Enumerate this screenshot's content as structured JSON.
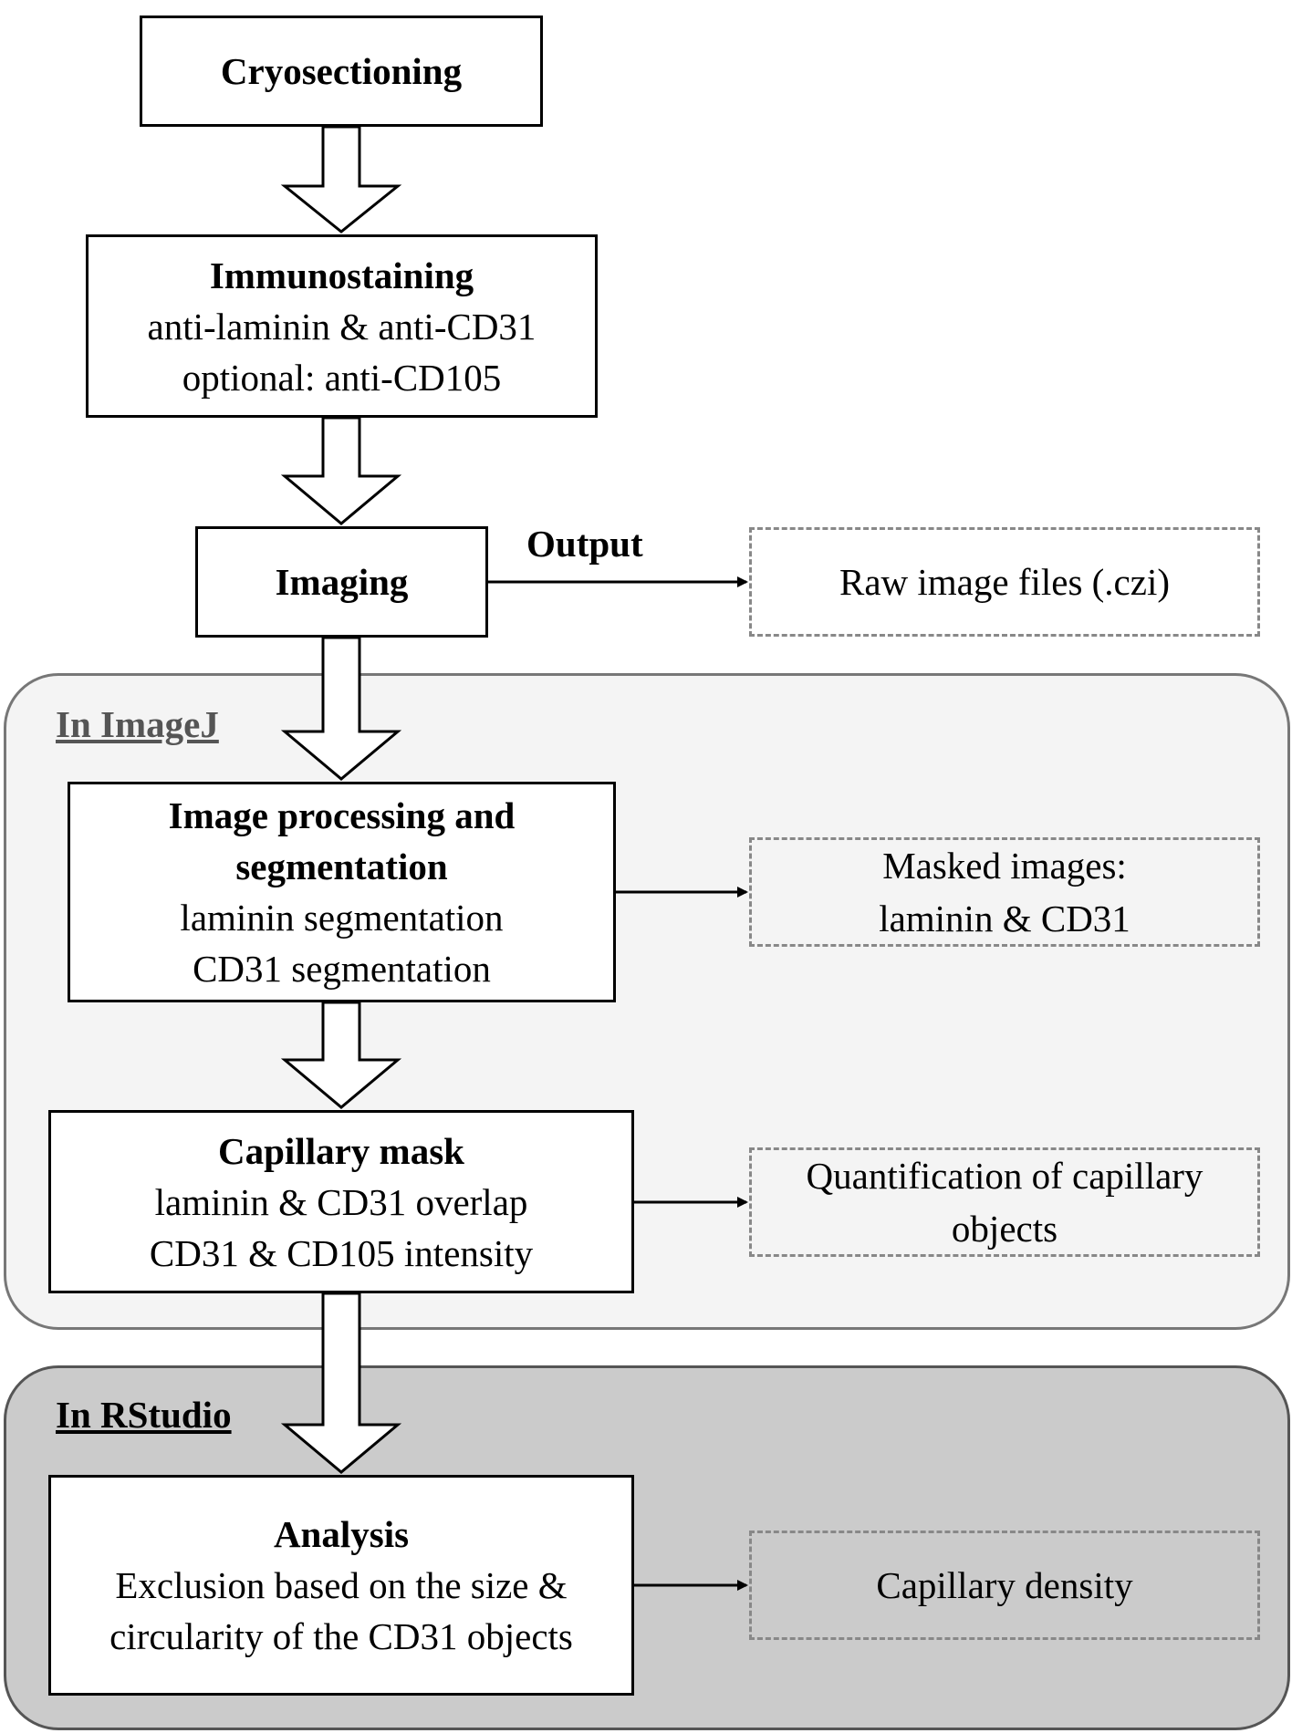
{
  "regions": {
    "imagej": "In ImageJ",
    "rstudio": "In RStudio"
  },
  "steps": {
    "cryo": {
      "title": "Cryosectioning"
    },
    "immuno": {
      "title": "Immunostaining",
      "line1": "anti-laminin & anti-CD31",
      "line2": "optional: anti-CD105"
    },
    "imaging": {
      "title": "Imaging"
    },
    "processing": {
      "title1": "Image processing and",
      "title2": "segmentation",
      "line1": "laminin segmentation",
      "line2": "CD31 segmentation"
    },
    "capillary_mask": {
      "title": "Capillary mask",
      "line1": "laminin & CD31 overlap",
      "line2": "CD31 & CD105 intensity"
    },
    "analysis": {
      "title": "Analysis",
      "line1": "Exclusion based on the size &",
      "line2": "circularity of the CD31 objects"
    }
  },
  "output_label": "Output",
  "outputs": {
    "raw": "Raw image files (.czi)",
    "masked1": "Masked images:",
    "masked2": "laminin & CD31",
    "quant1": "Quantification of capillary",
    "quant2": "objects",
    "density": "Capillary density"
  }
}
